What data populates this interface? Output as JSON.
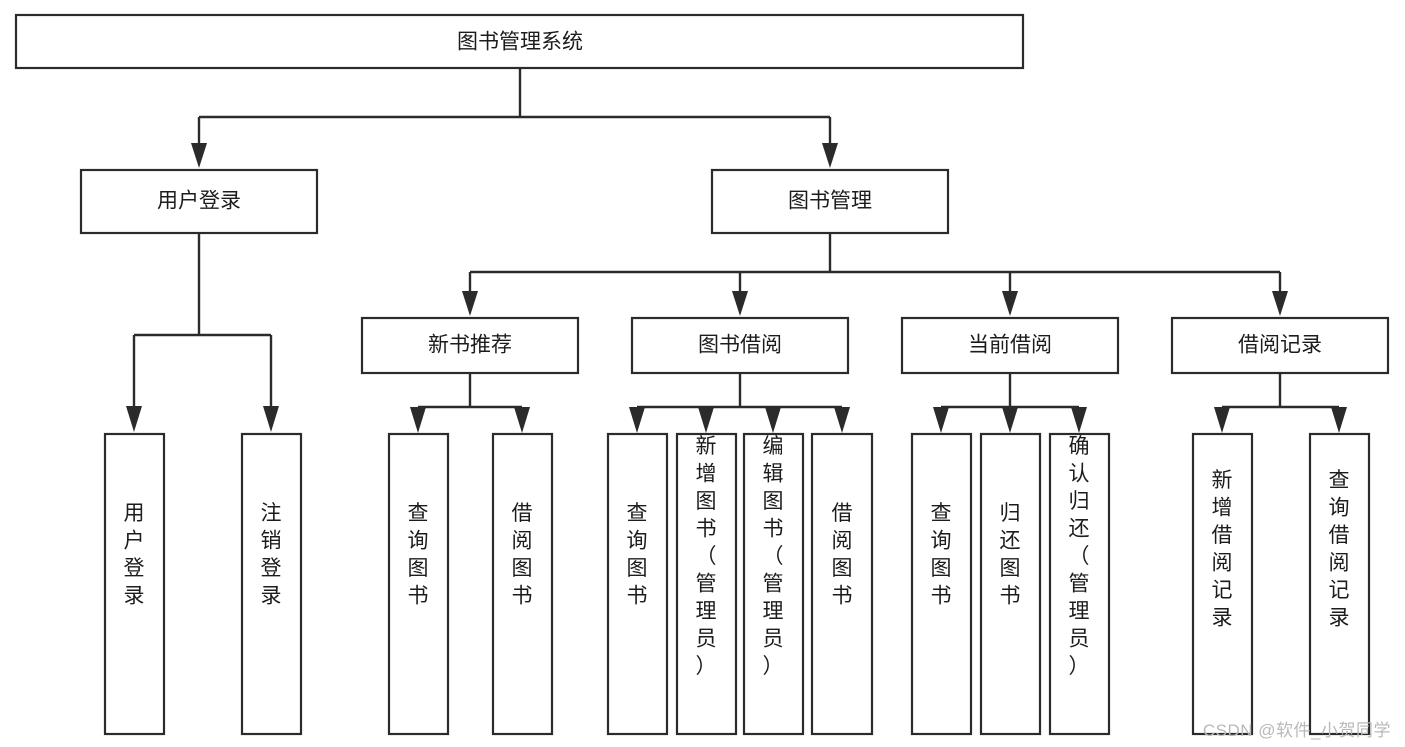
{
  "diagram": {
    "title": "图书管理系统",
    "watermark": "CSDN @软件_小贺同学",
    "root": {
      "label": "图书管理系统"
    },
    "level2": [
      {
        "label": "用户登录"
      },
      {
        "label": "图书管理"
      }
    ],
    "level3": [
      {
        "label": "新书推荐"
      },
      {
        "label": "图书借阅"
      },
      {
        "label": "当前借阅"
      },
      {
        "label": "借阅记录"
      }
    ],
    "leaves": {
      "user_login": [
        {
          "label": "用户登录"
        },
        {
          "label": "注销登录"
        }
      ],
      "new_book": [
        {
          "label": "查询图书"
        },
        {
          "label": "借阅图书"
        }
      ],
      "book_borrow": [
        {
          "label": "查询图书"
        },
        {
          "label": "新增图书（管理员）"
        },
        {
          "label": "编辑图书（管理员）"
        },
        {
          "label": "借阅图书"
        }
      ],
      "current_borrow": [
        {
          "label": "查询图书"
        },
        {
          "label": "归还图书"
        },
        {
          "label": "确认归还（管理员）"
        }
      ],
      "borrow_record": [
        {
          "label": "新增借阅记录"
        },
        {
          "label": "查询借阅记录"
        }
      ]
    },
    "colors": {
      "stroke": "#2b2b2b",
      "fill": "#ffffff",
      "text": "#1c1c1c",
      "watermark": "#b9b9b9"
    }
  },
  "chart_data": {
    "type": "table",
    "title": "图书管理系统",
    "nodes": [
      {
        "id": "root",
        "label": "图书管理系统",
        "level": 0,
        "parent": null
      },
      {
        "id": "user-login",
        "label": "用户登录",
        "level": 1,
        "parent": "root"
      },
      {
        "id": "book-manage",
        "label": "图书管理",
        "level": 1,
        "parent": "root"
      },
      {
        "id": "new-book-rec",
        "label": "新书推荐",
        "level": 2,
        "parent": "book-manage"
      },
      {
        "id": "book-borrow",
        "label": "图书借阅",
        "level": 2,
        "parent": "book-manage"
      },
      {
        "id": "current-borrow",
        "label": "当前借阅",
        "level": 2,
        "parent": "book-manage"
      },
      {
        "id": "borrow-record",
        "label": "借阅记录",
        "level": 2,
        "parent": "book-manage"
      },
      {
        "id": "leaf-user-login",
        "label": "用户登录",
        "level": 2,
        "parent": "user-login"
      },
      {
        "id": "leaf-logout",
        "label": "注销登录",
        "level": 2,
        "parent": "user-login"
      },
      {
        "id": "leaf-nb-query",
        "label": "查询图书",
        "level": 3,
        "parent": "new-book-rec"
      },
      {
        "id": "leaf-nb-borrow",
        "label": "借阅图书",
        "level": 3,
        "parent": "new-book-rec"
      },
      {
        "id": "leaf-bb-query",
        "label": "查询图书",
        "level": 3,
        "parent": "book-borrow"
      },
      {
        "id": "leaf-bb-add",
        "label": "新增图书（管理员）",
        "level": 3,
        "parent": "book-borrow"
      },
      {
        "id": "leaf-bb-edit",
        "label": "编辑图书（管理员）",
        "level": 3,
        "parent": "book-borrow"
      },
      {
        "id": "leaf-bb-borrow",
        "label": "借阅图书",
        "level": 3,
        "parent": "book-borrow"
      },
      {
        "id": "leaf-cb-query",
        "label": "查询图书",
        "level": 3,
        "parent": "current-borrow"
      },
      {
        "id": "leaf-cb-return",
        "label": "归还图书",
        "level": 3,
        "parent": "current-borrow"
      },
      {
        "id": "leaf-cb-confirm",
        "label": "确认归还（管理员）",
        "level": 3,
        "parent": "current-borrow"
      },
      {
        "id": "leaf-br-add",
        "label": "新增借阅记录",
        "level": 3,
        "parent": "borrow-record"
      },
      {
        "id": "leaf-br-query",
        "label": "查询借阅记录",
        "level": 3,
        "parent": "borrow-record"
      }
    ]
  }
}
